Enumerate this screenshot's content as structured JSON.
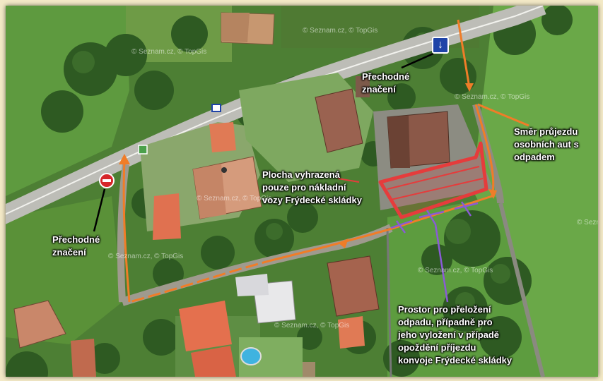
{
  "labels": {
    "marking_top": [
      "Přechodné",
      "značení"
    ],
    "marking_left": [
      "Přechodné",
      "značení"
    ],
    "route": [
      "Směr průjezdu",
      "osobních aut s",
      "odpadem"
    ],
    "truck_area": [
      "Plocha vyhrazená",
      "pouze pro nákladní",
      "vozy Frýdecké skládky"
    ],
    "transfer_area": [
      "Prostor pro přeložení",
      "odpadu, případně pro",
      "jeho vyložení v případě",
      "opoždění příjezdu",
      "konvoje Frýdecké skládky"
    ]
  },
  "watermarks": [
    "© Seznam.cz, © TopGis",
    "© Seznam.cz, © TopGis",
    "© Seznam.cz, © TopGis",
    "© Seznam.cz, © TopGis",
    "© Seznam.cz, © TopGis",
    "© Seznam.cz, © TopGis",
    "© Seznam.cz, © TopGis",
    "© Sezn"
  ],
  "colors": {
    "route_arrow": "#f07d28",
    "truck_area": "#e53c3c",
    "transfer_marks": "#8a5bd6",
    "label_text": "#ffffff",
    "sign_oneway": "#1f44a8",
    "sign_noentry": "#d6262a"
  },
  "icons": [
    "one-way-sign-icon",
    "no-entry-sign-icon",
    "pointer-line"
  ]
}
